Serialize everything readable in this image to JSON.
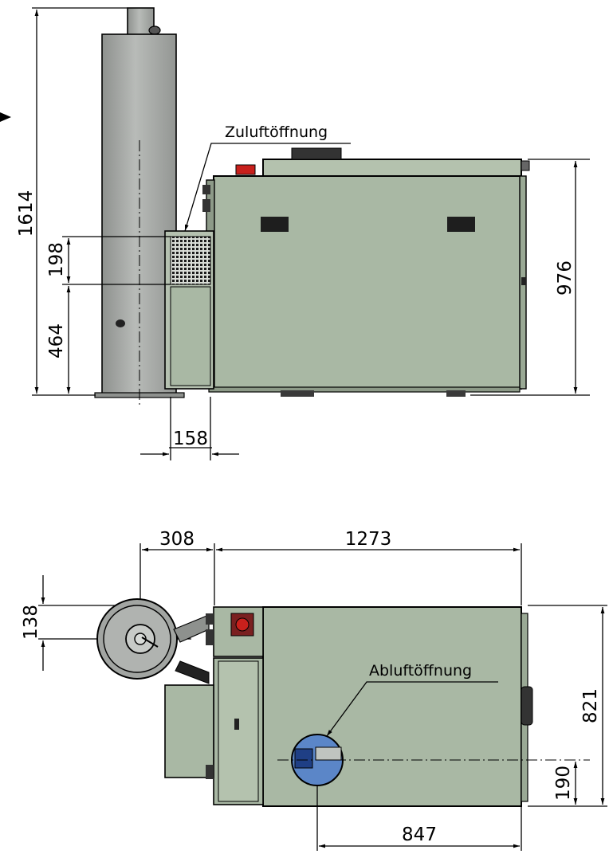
{
  "labels": {
    "inlet": "Zuluftöffnung",
    "outlet": "Abluftöffnung"
  },
  "dimensions": {
    "total_height": "1614",
    "inlet_height": "198",
    "inlet_offset": "464",
    "inlet_depth": "158",
    "body_height": "976",
    "chimney_offset": "308",
    "body_length": "1273",
    "chimney_y_offset": "138",
    "body_width": "821",
    "outlet_y": "190",
    "outlet_x": "847"
  },
  "colors": {
    "housing": "#a9b8a4",
    "chimney": "#a7aaa7",
    "outlet_blue": "#5b86c8",
    "indicator_red": "#c8201c"
  }
}
